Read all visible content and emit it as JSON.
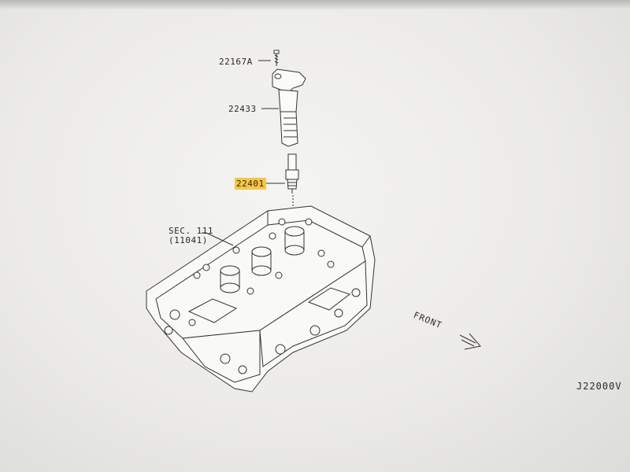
{
  "callouts": {
    "bolt": "22167A",
    "ignition_coil": "22433",
    "spark_plug": "22401",
    "sec_line1": "SEC. 111",
    "sec_line2": "(11041)"
  },
  "front_label": "FRONT",
  "diagram_ref": "J22000V",
  "colors": {
    "highlight": "#f5c64c",
    "ink": "#2a2a2a",
    "paper": "#f1f0ed"
  }
}
